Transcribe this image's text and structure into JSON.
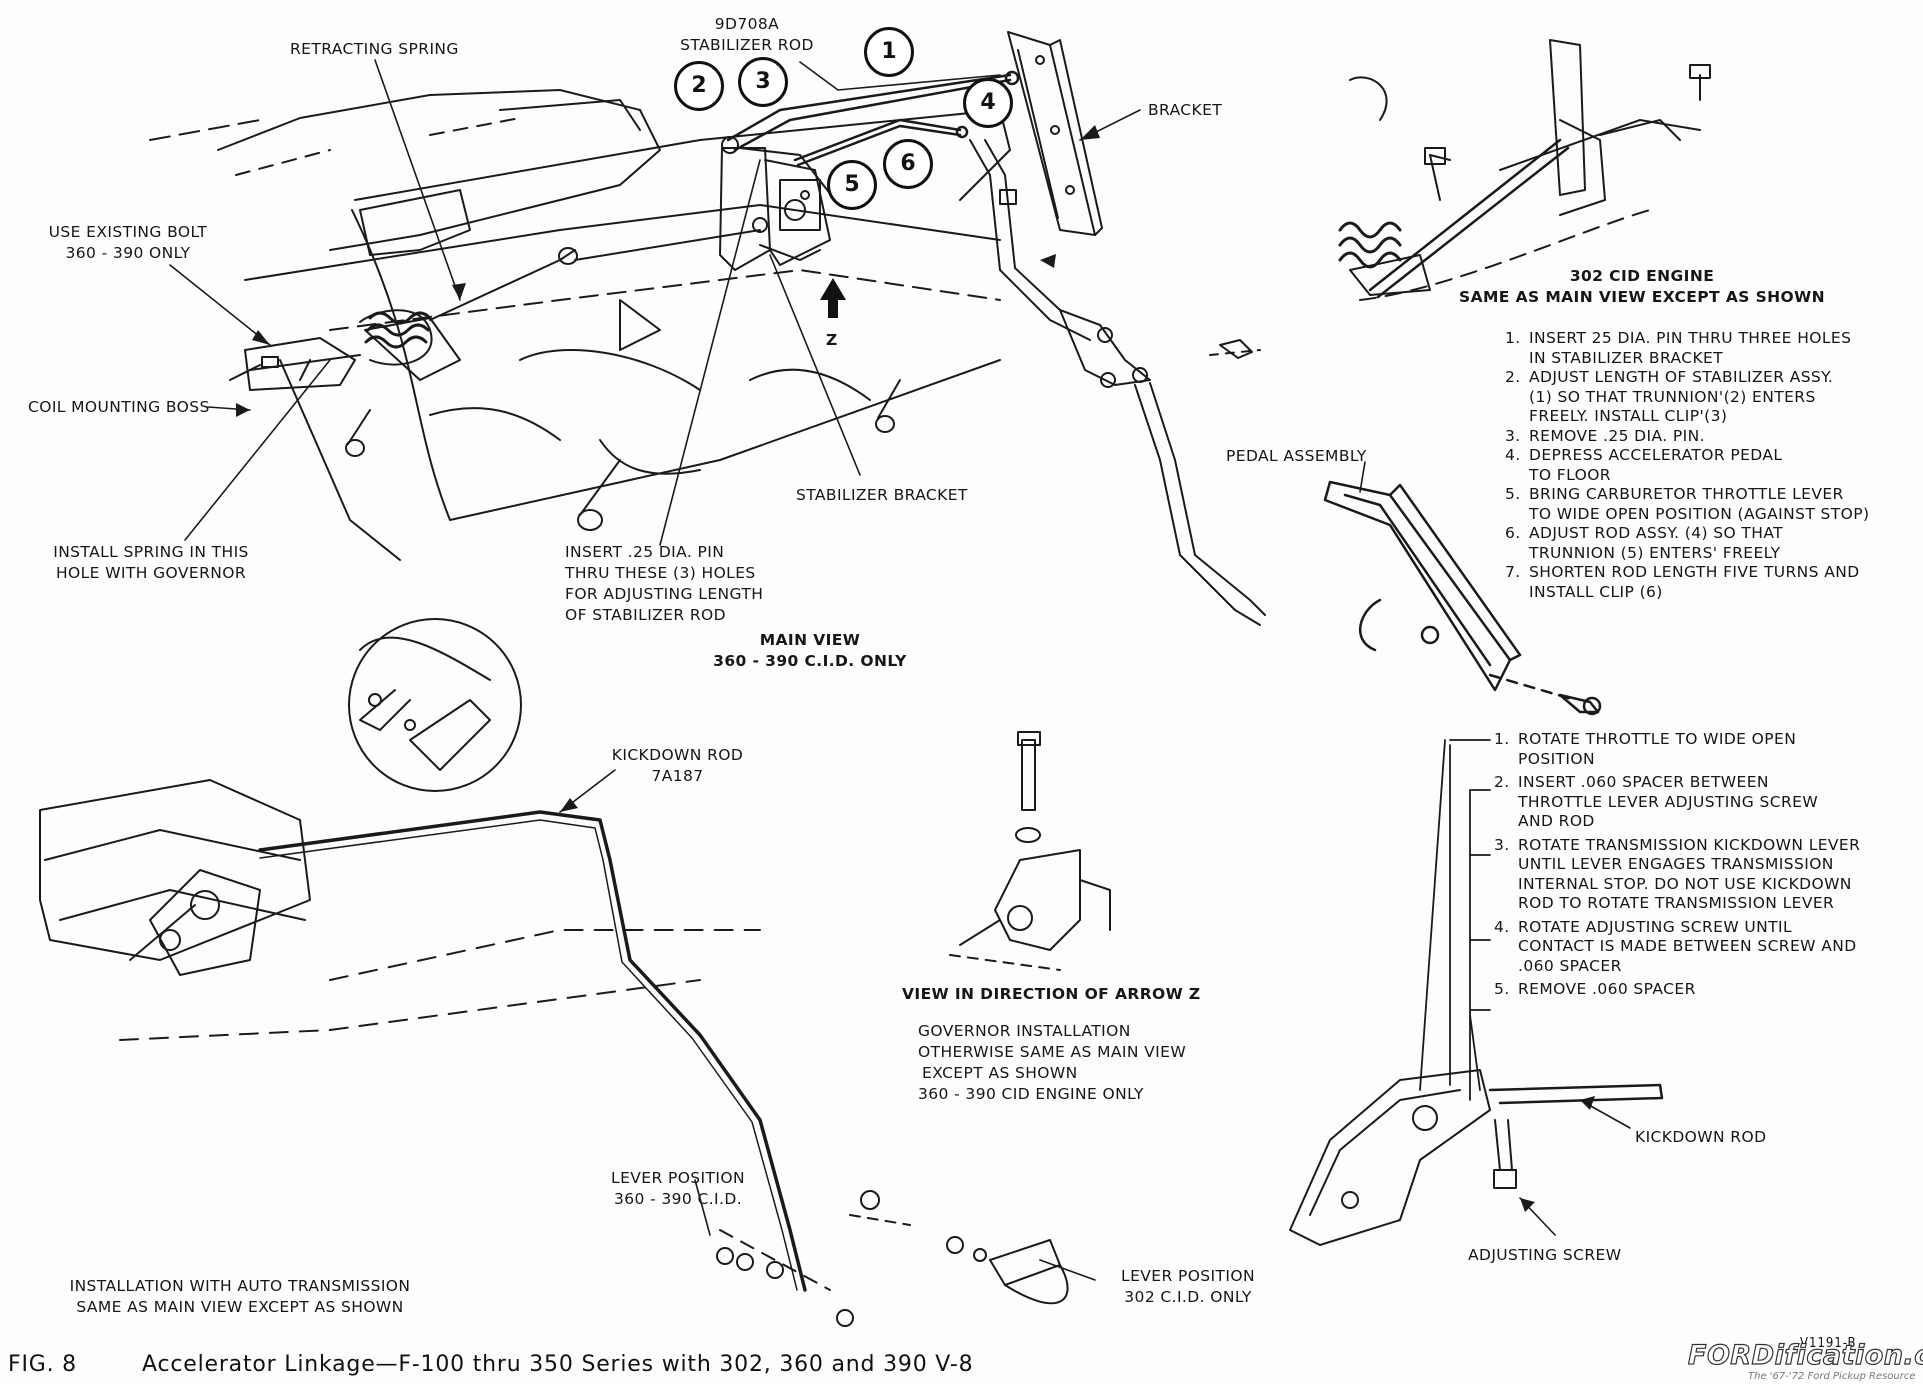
{
  "labels": {
    "retracting_spring": "RETRACTING SPRING",
    "part_number_rod": "9D708A",
    "stabilizer_rod": "STABILIZER ROD",
    "bracket": "BRACKET",
    "use_existing_bolt_1": "USE EXISTING BOLT",
    "use_existing_bolt_2": "360 - 390 ONLY",
    "coil_mounting_boss": "COIL MOUNTING BOSS",
    "install_spring_1": "INSTALL SPRING IN THIS",
    "install_spring_2": "HOLE WITH GOVERNOR",
    "stabilizer_bracket": "STABILIZER BRACKET",
    "arrow_z": "Z",
    "insert_pin_1": "INSERT .25 DIA. PIN",
    "insert_pin_2": "THRU THESE (3) HOLES",
    "insert_pin_3": "FOR ADJUSTING LENGTH",
    "insert_pin_4": "OF STABILIZER ROD",
    "main_view_1": "MAIN VIEW",
    "main_view_2": "360 - 390 C.I.D. ONLY",
    "pedal_assembly": "PEDAL ASSEMBLY",
    "engine302_title_1": "302 CID ENGINE",
    "engine302_title_2": "SAME AS MAIN VIEW EXCEPT AS SHOWN",
    "kickdown_rod_1": "KICKDOWN ROD",
    "kickdown_rod_2": "7A187",
    "view_arrow_z": "VIEW IN DIRECTION OF ARROW Z",
    "governor_1": "GOVERNOR INSTALLATION",
    "governor_2": "OTHERWISE SAME AS MAIN VIEW",
    "governor_3": "EXCEPT AS SHOWN",
    "governor_4": "360 - 390 CID ENGINE ONLY",
    "lever_pos_360_1": "LEVER POSITION",
    "lever_pos_360_2": "360 - 390 C.I.D.",
    "lever_pos_302_1": "LEVER POSITION",
    "lever_pos_302_2": "302 C.I.D. ONLY",
    "install_auto_1": "INSTALLATION WITH AUTO TRANSMISSION",
    "install_auto_2": "SAME AS MAIN VIEW EXCEPT AS SHOWN",
    "kickdown_rod_right": "KICKDOWN ROD",
    "adjusting_screw": "ADJUSTING SCREW"
  },
  "callouts": [
    "1",
    "2",
    "3",
    "4",
    "5",
    "6"
  ],
  "steps_302": [
    {
      "n": "1.",
      "text": "INSERT 25 DIA. PIN THRU THREE HOLES\nIN STABILIZER BRACKET"
    },
    {
      "n": "2.",
      "text": "ADJUST LENGTH OF STABILIZER ASSY.\n(1) SO THAT TRUNNION'(2) ENTERS\nFREELY.  INSTALL CLIP'(3)"
    },
    {
      "n": "3.",
      "text": "REMOVE .25 DIA. PIN."
    },
    {
      "n": "4.",
      "text": "DEPRESS ACCELERATOR PEDAL\nTO FLOOR"
    },
    {
      "n": "5.",
      "text": "BRING CARBURETOR THROTTLE LEVER\nTO WIDE OPEN  POSITION (AGAINST STOP)"
    },
    {
      "n": "6.",
      "text": "ADJUST ROD ASSY. (4) SO THAT\nTRUNNION (5) ENTERS' FREELY"
    },
    {
      "n": "7.",
      "text": "SHORTEN ROD LENGTH FIVE TURNS AND\nINSTALL CLIP (6)"
    }
  ],
  "steps_kickdown": [
    {
      "n": "1.",
      "text": "ROTATE THROTTLE TO WIDE OPEN\nPOSITION"
    },
    {
      "n": "2.",
      "text": "INSERT .060 SPACER BETWEEN\nTHROTTLE LEVER ADJUSTING SCREW\nAND ROD"
    },
    {
      "n": "3.",
      "text": "ROTATE TRANSMISSION KICKDOWN LEVER\nUNTIL LEVER ENGAGES TRANSMISSION\nINTERNAL STOP.  DO NOT USE KICKDOWN\nROD TO ROTATE TRANSMISSION LEVER"
    },
    {
      "n": "4.",
      "text": "ROTATE ADJUSTING SCREW UNTIL\nCONTACT IS MADE BETWEEN SCREW AND\n.060 SPACER"
    },
    {
      "n": "5.",
      "text": "REMOVE .060 SPACER"
    }
  ],
  "caption": {
    "fig": "FIG. 8",
    "title": "Accelerator Linkage—F-100 thru 350 Series with 302, 360 and 390 V-8"
  },
  "drawing_code": "V1191-B",
  "watermark": {
    "brand": "FORDification.com",
    "tagline": "The '67-'72 Ford Pickup Resource"
  }
}
